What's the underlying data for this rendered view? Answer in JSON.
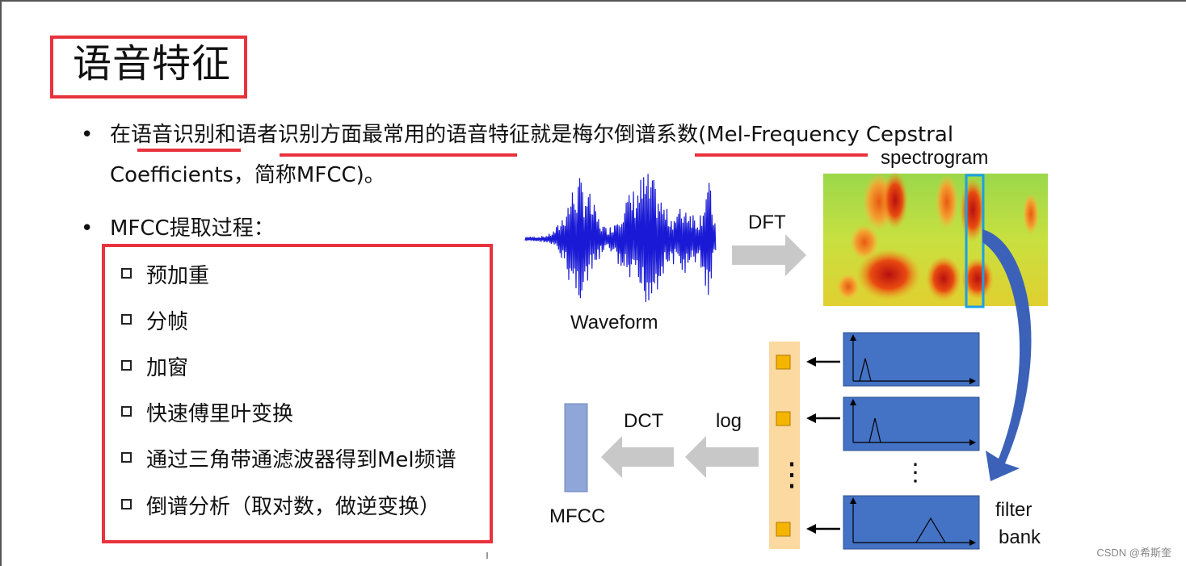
{
  "slide": {
    "title": "语音特征",
    "bullet1": {
      "before": "在",
      "hl1": "语音识别",
      "mid1": "和",
      "hl2": "语者识别方面最常用",
      "mid2": "的语音特征就是",
      "hl3": "梅尔倒谱系数",
      "after": "(Mel-Frequency  Cepstral",
      "cont": "Coefficients，简称MFCC)。"
    },
    "bullet2": "MFCC提取过程：",
    "steps": [
      "预加重",
      "分帧",
      "加窗",
      "快速傅里叶变换",
      "通过三角带通滤波器得到Mel频谱",
      "倒谱分析（取对数，做逆变换）"
    ]
  },
  "diagram": {
    "waveform_label": "Waveform",
    "dft_label": "DFT",
    "spectrogram_label": "spectrogram",
    "filter_bank_label_1": "filter",
    "filter_bank_label_2": "bank",
    "log_label": "log",
    "dct_label": "DCT",
    "mfcc_label": "MFCC",
    "dots": "⋮",
    "colors": {
      "waveform": "#1a1ad6",
      "arrow_gray": "#c8c8c8",
      "filter_box": "#4472c4",
      "mfcc_bar": "#8fa6d8",
      "log_column": "#fbd9a0",
      "energy_square": "#f5b400",
      "highlight_red": "#e8323c",
      "curved_arrow": "#3b62b8"
    }
  },
  "watermark": "CSDN @希斯奎"
}
